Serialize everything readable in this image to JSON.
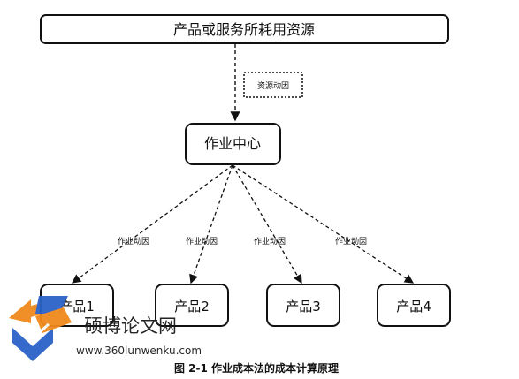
{
  "diagram": {
    "top_node": "产品或服务所耗用资源",
    "resource_driver_label": "资源动因",
    "center_node": "作业中心",
    "activity_driver_labels": [
      "作业动因",
      "作业动因",
      "作业动因",
      "作业动因"
    ],
    "products": [
      "产品1",
      "产品2",
      "产品3",
      "产品4"
    ]
  },
  "caption": "图 2-1 作业成本法的成本计算原理",
  "watermark": {
    "site_name": "硕博论文网",
    "url": "www.360lunwenku.com"
  },
  "colors": {
    "stroke": "#111111",
    "logo_blue": "#2b63c9",
    "logo_orange": "#f08a1c"
  },
  "icons": {
    "logo": "graduation-cap-book-icon"
  }
}
